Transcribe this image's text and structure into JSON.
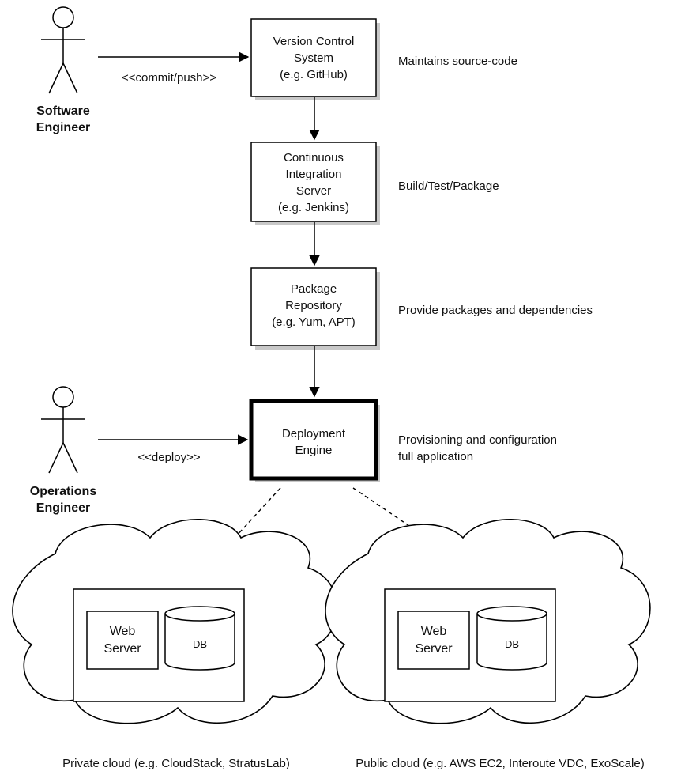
{
  "actors": {
    "software": {
      "line1": "Software",
      "line2": "Engineer"
    },
    "operations": {
      "line1": "Operations",
      "line2": "Engineer"
    }
  },
  "edges": {
    "commit": "<<commit/push>>",
    "deploy": "<<deploy>>"
  },
  "stages": {
    "vcs": {
      "lines": [
        "Version Control",
        "System",
        "(e.g. GitHub)"
      ],
      "note": "Maintains source-code"
    },
    "ci": {
      "lines": [
        "Continuous",
        "Integration",
        "Server",
        "(e.g. Jenkins)"
      ],
      "note": "Build/Test/Package"
    },
    "repo": {
      "lines": [
        "Package",
        "Repository",
        "(e.g. Yum, APT)"
      ],
      "note": "Provide packages and dependencies"
    },
    "deploy": {
      "lines": [
        "Deployment",
        "Engine"
      ],
      "note_lines": [
        "Provisioning and configuration",
        "full application"
      ]
    }
  },
  "clouds": {
    "private": {
      "web_lines": [
        "Web",
        "Server"
      ],
      "db": "DB",
      "caption": "Private cloud (e.g. CloudStack, StratusLab)"
    },
    "public": {
      "web_lines": [
        "Web",
        "Server"
      ],
      "db": "DB",
      "caption": "Public cloud (e.g. AWS EC2, Interoute VDC, ExoScale)"
    }
  }
}
